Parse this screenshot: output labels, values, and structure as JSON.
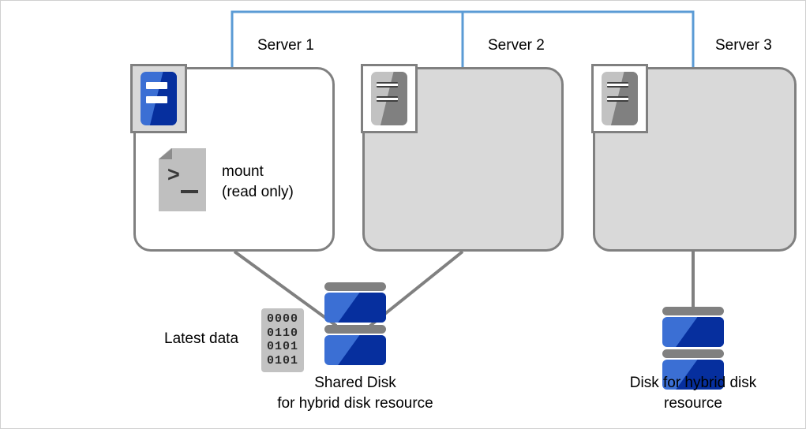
{
  "diagram": {
    "title": "Hybrid disk resource cluster diagram",
    "colors": {
      "network_bracket": "#5b9bd5",
      "connector_line": "#808080",
      "server_border": "#808080",
      "server_active_fill": "#ffffff",
      "server_standby_fill": "#d9d9d9",
      "disk_light_blue": "#3b6fd4",
      "disk_dark_blue": "#062f9e",
      "disk_cap_gray": "#808080",
      "icon_frame_gray": "#d9d9d9",
      "data_block_gray": "#c2c2c2",
      "text": "#000000"
    },
    "network": {
      "name": "interconnect-bracket",
      "label": ""
    },
    "servers": [
      {
        "id": "server-1",
        "label": "Server 1",
        "state": "active",
        "icon_name": "server-app-icon-active",
        "icon_state": "on"
      },
      {
        "id": "server-2",
        "label": "Server 2",
        "state": "standby",
        "icon_name": "server-app-icon-inactive",
        "icon_state": "off"
      },
      {
        "id": "server-3",
        "label": "Server 3",
        "state": "standby",
        "icon_name": "server-app-icon-inactive",
        "icon_state": "off"
      }
    ],
    "mount": {
      "icon_name": "script-terminal-icon",
      "prompt_glyph": ">",
      "line1": "mount",
      "line2": "(read only)"
    },
    "latest_data": {
      "label": "Latest data",
      "icon_name": "binary-data-icon",
      "rows": [
        "0000",
        "0110",
        "0101",
        "0101"
      ]
    },
    "shared_disk": {
      "icon_name": "shared-disk-icon",
      "caption_line1": "Shared Disk",
      "caption_line2": "for hybrid disk resource"
    },
    "server3_disk": {
      "icon_name": "hybrid-disk-icon",
      "caption_line1": "Disk for hybrid disk",
      "caption_line2": "resource"
    }
  }
}
